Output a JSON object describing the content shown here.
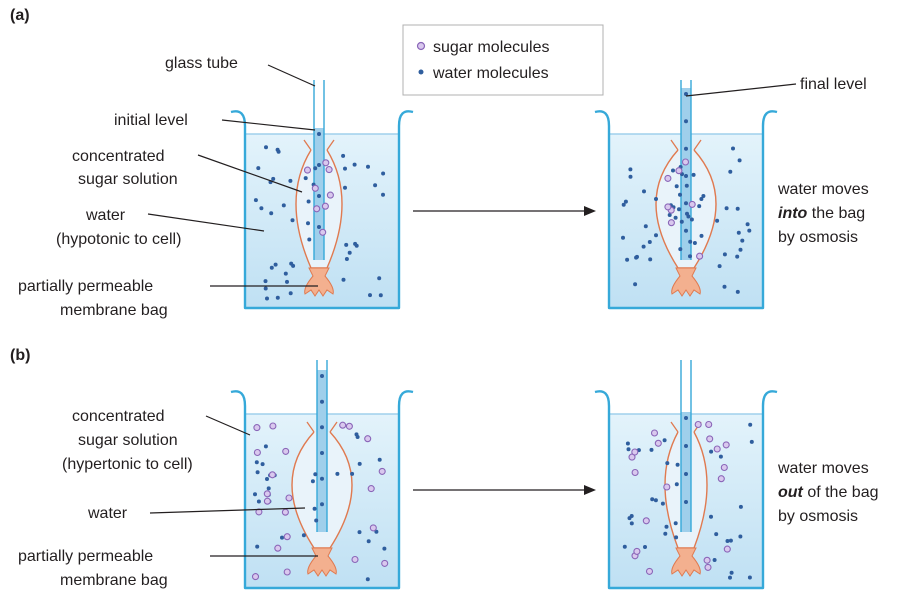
{
  "panels": {
    "a": {
      "label": "(a)"
    },
    "b": {
      "label": "(b)"
    }
  },
  "legend": {
    "sugar": "sugar molecules",
    "water": "water molecules"
  },
  "labels_a": {
    "glass_tube": "glass tube",
    "initial_level": "initial level",
    "solution_line1": "concentrated",
    "solution_line2": "sugar solution",
    "water_line1": "water",
    "water_line2": "(hypotonic to cell)",
    "bag_line1": "partially permeable",
    "bag_line2": "membrane bag",
    "final_level": "final level",
    "result_line1": "water moves",
    "result_emph": "into",
    "result_line2_rest": " the bag",
    "result_line3": "by osmosis"
  },
  "labels_b": {
    "solution_line1": "concentrated",
    "solution_line2": "sugar solution",
    "solution_line3": "(hypertonic to cell)",
    "water": "water",
    "bag_line1": "partially permeable",
    "bag_line2": "membrane bag",
    "result_line1": "water moves",
    "result_emph": "out",
    "result_line2_rest": " of the bag",
    "result_line3": "by osmosis"
  },
  "colors": {
    "liquid": "#cfe8f6",
    "beaker": "#36a9d9",
    "membrane": "#e07a50",
    "knot": "#f3b08f",
    "sugar_fill": "#d9c8ee",
    "sugar_stroke": "#8a66b8",
    "water_dot": "#2f5e9e",
    "text": "#231f20"
  }
}
